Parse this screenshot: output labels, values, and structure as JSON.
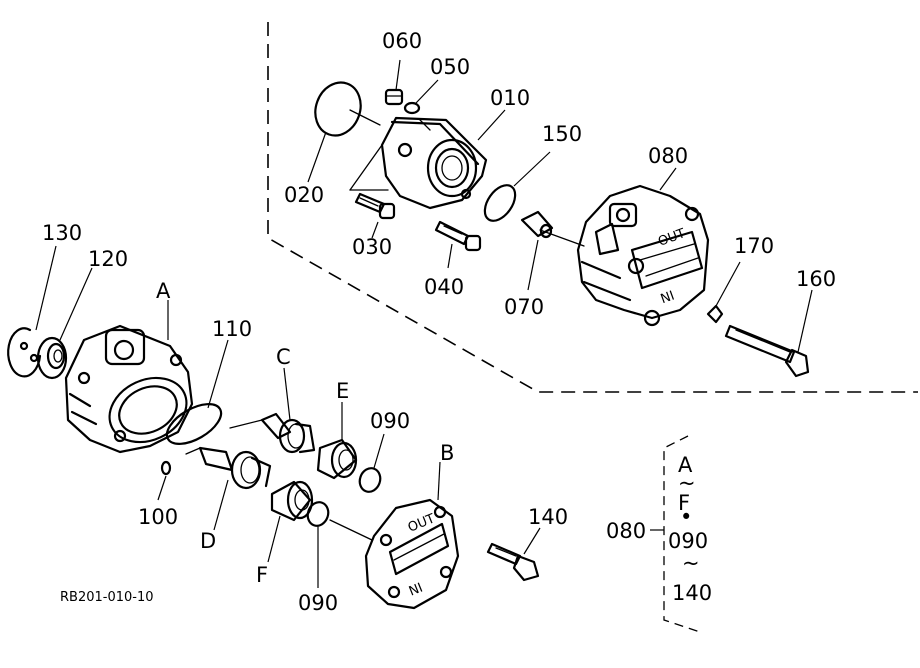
{
  "labels": {
    "p010": "010",
    "p020": "020",
    "p030": "030",
    "p040": "040",
    "p050": "050",
    "p060": "060",
    "p070": "070",
    "p080": "080",
    "p090a": "090",
    "p090b": "090",
    "p100": "100",
    "p110": "110",
    "p120": "120",
    "p130": "130",
    "p140": "140",
    "p150": "150",
    "p160": "160",
    "p170": "170",
    "pA": "A",
    "pB": "B",
    "pC": "C",
    "pD": "D",
    "pE": "E",
    "pF": "F"
  },
  "legend": {
    "ref": "080",
    "from": "A",
    "tilde1": "~",
    "to": "F",
    "bullet": "•",
    "from2": "090",
    "tilde2": "~",
    "to2": "140"
  },
  "drawing_code": "RB201-010-10",
  "cover_text": {
    "out_top": "OUT",
    "in_bottom": "IN"
  }
}
